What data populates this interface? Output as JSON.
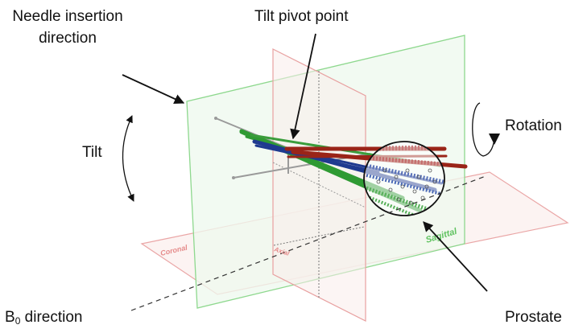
{
  "labels": {
    "needle_line1": "Needle insertion",
    "needle_line2": "direction",
    "pivot": "Tilt pivot point",
    "rotation": "Rotation",
    "tilt": "Tilt",
    "b0_main": "B",
    "b0_sub": "0",
    "b0_rest": " direction",
    "prostate": "Prostate"
  },
  "planes": {
    "coronal": "Coronal",
    "axial": "Axial",
    "sagittal": "Sagittal"
  },
  "colors": {
    "sagittal_edge": "#8ed88e",
    "sagittal_fill": "#eef9ee",
    "axial_edge": "#e8a0a0",
    "axial_fill": "#faeceb",
    "coronal_edge": "#eaa6a6",
    "coronal_fill": "#fbefee",
    "needle_green": "#2f9a33",
    "needle_red": "#9a2418",
    "needle_blue": "#1f3a8f",
    "arrow": "#111111"
  }
}
